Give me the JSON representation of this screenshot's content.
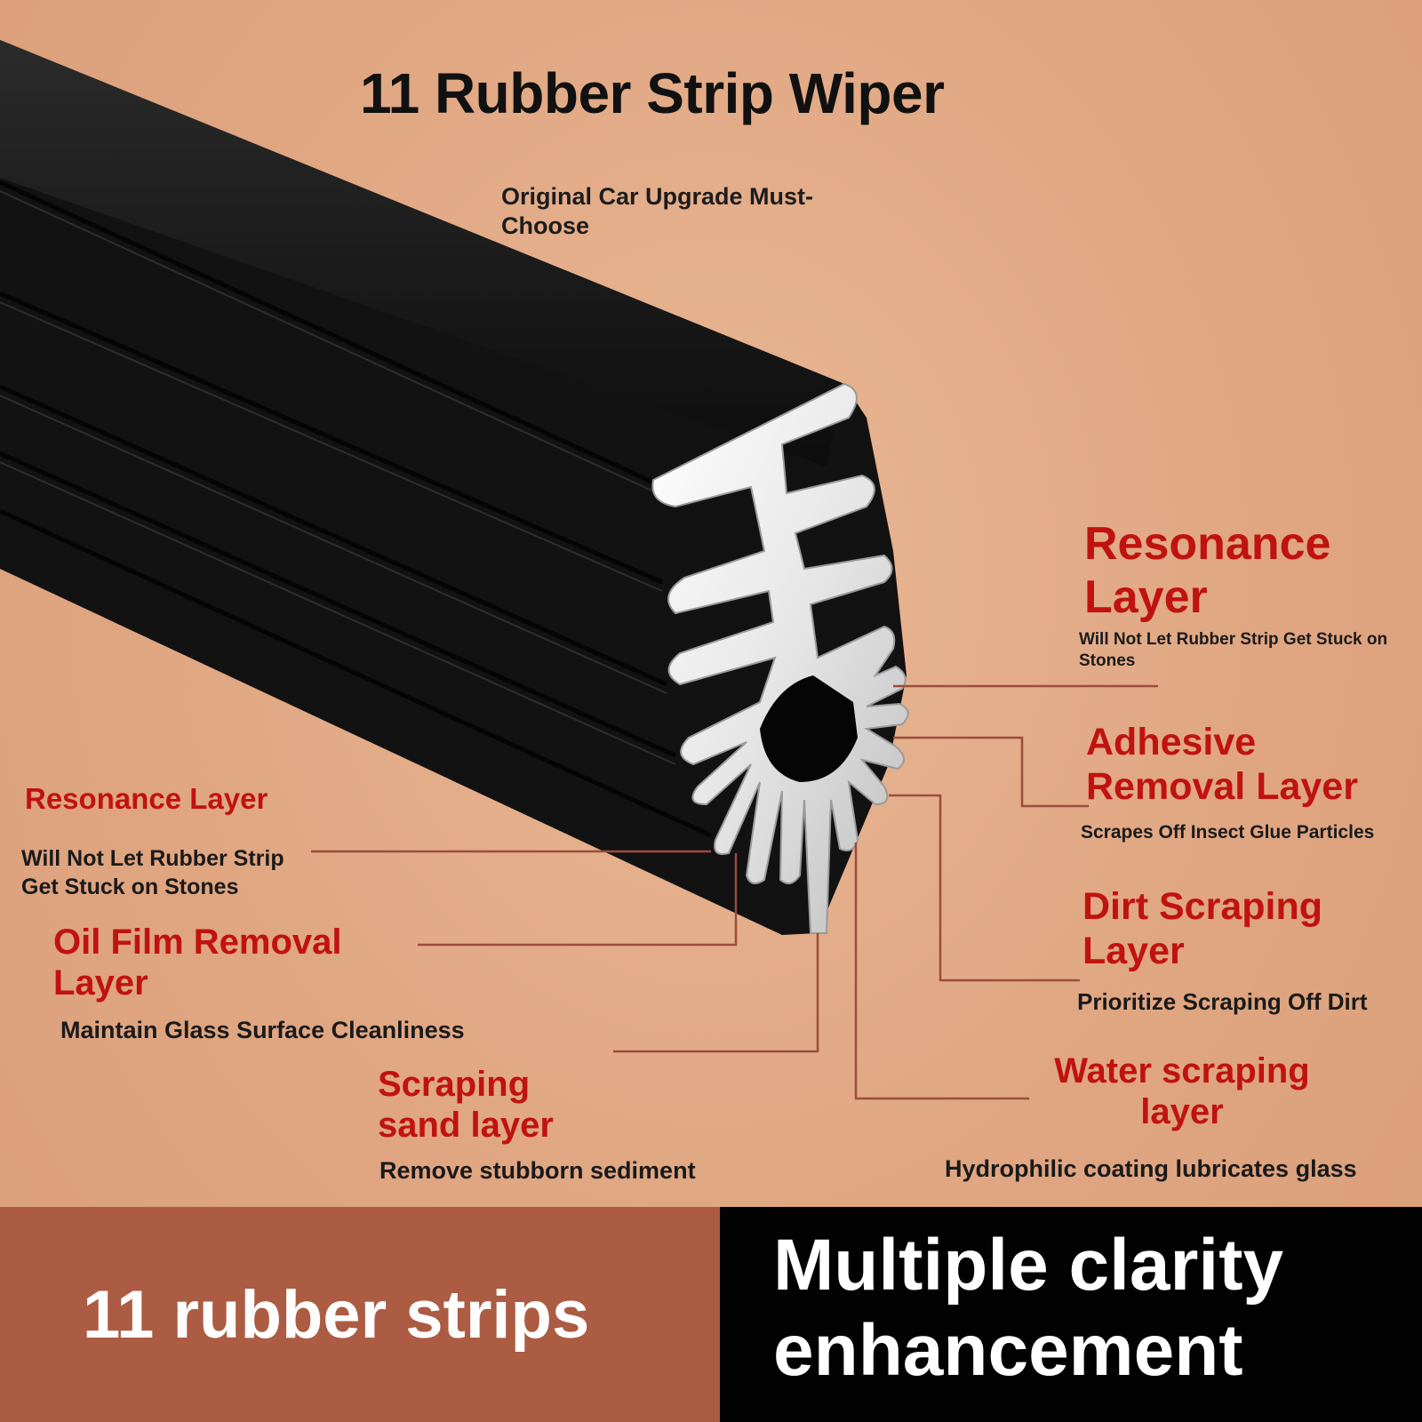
{
  "title": "11 Rubber Strip Wiper",
  "subtitle": "Original Car Upgrade Must-Choose",
  "layers": {
    "resonance_right": {
      "label": "Resonance Layer",
      "desc": "Will Not Let Rubber Strip Get Stuck on Stones"
    },
    "adhesive": {
      "label": "Adhesive Removal Layer",
      "desc": "Scrapes Off Insect Glue Particles"
    },
    "dirt": {
      "label": "Dirt Scraping Layer",
      "desc": "Prioritize Scraping Off Dirt"
    },
    "water": {
      "label": "Water scraping layer",
      "desc": "Hydrophilic coating lubricates glass"
    },
    "resonance_left": {
      "label": "Resonance Layer",
      "desc": "Will Not Let Rubber Strip Get Stuck on Stones"
    },
    "oil": {
      "label": "Oil Film Removal Layer",
      "desc": "Maintain Glass Surface Cleanliness"
    },
    "sand": {
      "label": "Scraping sand layer",
      "desc": "Remove stubborn sediment"
    }
  },
  "banner": {
    "left_text": "11 rubber strips",
    "right_text": "Multiple clarity enhancement"
  },
  "colors": {
    "background": "#e2aa86",
    "label_red": "#c0130f",
    "banner_left": "#ab5c42",
    "banner_right": "#020202",
    "rubber": "#141414"
  }
}
